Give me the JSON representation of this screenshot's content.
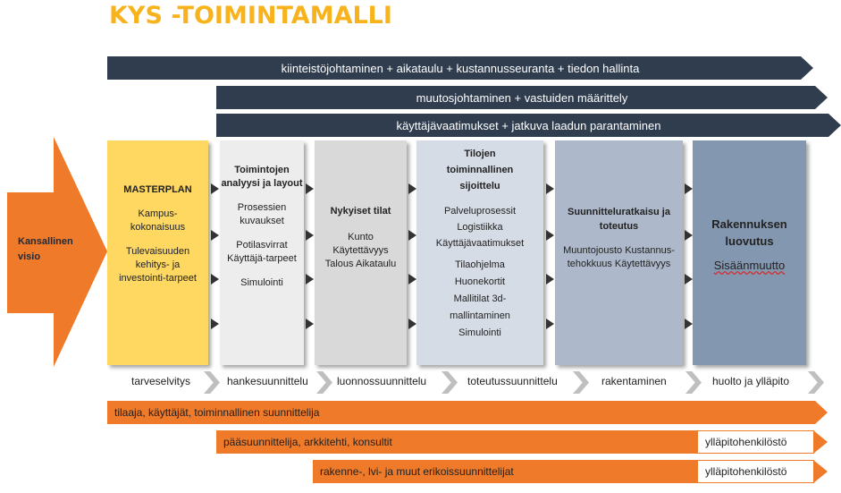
{
  "title": "KYS -TOIMINTAMALLI",
  "bands": [
    "kiinteistöjohtaminen + aikataulu + kustannusseuranta + tiedon hallinta",
    "muutosjohtaminen + vastuiden määrittely",
    "käyttäjävaatimukset + jatkuva laadun parantaminen"
  ],
  "visio": "Kansallinen visio",
  "columns": [
    {
      "lines": [
        "MASTERPLAN",
        "Kampus-kokonaisuus",
        "Tulevaisuuden kehitys- ja investointi-tarpeet"
      ]
    },
    {
      "lines": [
        "Toimintojen analyysi ja layout",
        "Prosessien kuvaukset",
        "Potilasvirrat Käyttäjä-tarpeet",
        "Simulointi"
      ]
    },
    {
      "lines": [
        "Nykyiset tilat",
        "Kunto Käytettävyys Talous Aikataulu"
      ]
    },
    {
      "lines": [
        "Tilojen toiminnallinen sijoittelu",
        "Palveluprosessit Logistiikka Käyttäjävaatimukset",
        "Tilaohjelma Huonekortit Mallitilat 3d-mallintaminen Simulointi"
      ]
    },
    {
      "lines": [
        "Suunnitteluratkaisu ja toteutus",
        "Muuntojousto Kustannus-tehokkuus Käytettävyys"
      ]
    },
    {
      "lines": [
        "Rakennuksen luovutus",
        "Sisäänmuutto"
      ]
    }
  ],
  "stages": [
    "tarveselvitys",
    "hankesuunnittelu",
    "luonnossuunnittelu",
    "toteutussuunnittelu",
    "rakentaminen",
    "huolto ja ylläpito"
  ],
  "roles": [
    {
      "label": "tilaaja, käyttäjät, toiminnallinen suunnittelija"
    },
    {
      "label": "pääsuunnittelija, arkkitehti, konsultit",
      "end": "ylläpitohenkilöstö"
    },
    {
      "label": "rakenne-, lvi- ja muut erikoissuunnittelijat",
      "end": "ylläpitohenkilöstö"
    }
  ],
  "colors": {
    "dark_band": "#2F3D4F",
    "orange": "#EE7A2A",
    "yellow": "#FFD861",
    "title": "#F7B21C"
  }
}
